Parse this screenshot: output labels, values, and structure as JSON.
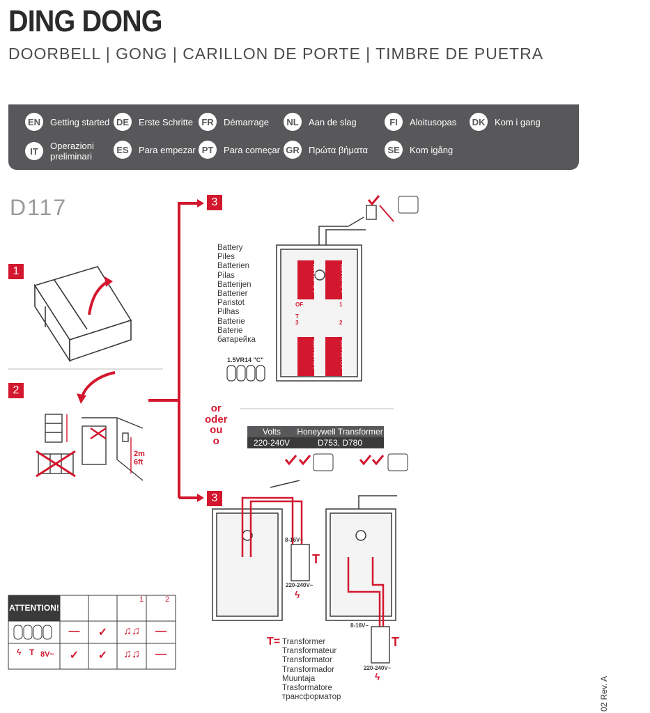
{
  "header": {
    "title": "DING DONG",
    "subtitle": "DOORBELL  |  GONG  |  CARILLON DE PORTE  |  TIMBRE DE PUETRA"
  },
  "languages": [
    {
      "code": "EN",
      "label": "Getting started"
    },
    {
      "code": "DE",
      "label": "Erste Schritte"
    },
    {
      "code": "FR",
      "label": "Démarrage"
    },
    {
      "code": "NL",
      "label": "Aan de slag"
    },
    {
      "code": "FI",
      "label": "Aloitusopas"
    },
    {
      "code": "DK",
      "label": "Kom i gang"
    },
    {
      "code": "IT",
      "label": "Operazioni preliminari"
    },
    {
      "code": "ES",
      "label": "Para empezar"
    },
    {
      "code": "PT",
      "label": "Para começar"
    },
    {
      "code": "GR",
      "label": "Πρώτα βήματα"
    },
    {
      "code": "SE",
      "label": "Kom igång"
    }
  ],
  "model": "D117",
  "steps": {
    "s1": "1",
    "s2": "2",
    "s3a": "3",
    "s3b": "3"
  },
  "mounting": {
    "height": "2m",
    "height_ft": "6ft"
  },
  "battery_list": [
    "Battery",
    "Piles",
    "Batterien",
    "Pilas",
    "Batterijen",
    "Batterier",
    "Paristot",
    "Pilhas",
    "Batterie",
    "Baterie",
    "батарейка"
  ],
  "battery_spec": "1.5VR14 \"C\"",
  "battery_cell_label": "1.5V  R14 \"C\"",
  "terminal_labels": {
    "of": "OF",
    "t": "T",
    "three": "3",
    "one": "1",
    "two": "2"
  },
  "or_words": [
    "or",
    "oder",
    "ou",
    "o"
  ],
  "spec_table": {
    "headers": [
      "Volts",
      "Honeywell Transformer"
    ],
    "rows": [
      [
        "220-240V",
        "D753, D780"
      ]
    ]
  },
  "transformer": {
    "low_voltage": "8-16V~",
    "mains": "220-240V~",
    "symbol": "T"
  },
  "transformer_list_key": "T=",
  "transformer_list": [
    "Transformer",
    "Transformateur",
    "Transformator",
    "Transformador",
    "Muuntaja",
    "Trasformatore",
    "трансформатор"
  ],
  "attention": {
    "title": "ATTENTION!",
    "header_marks": [
      "1",
      "2"
    ],
    "row2_label": "8V~",
    "rows": [
      [
        "—",
        "✓",
        "♫♫",
        "—"
      ],
      [
        "✓",
        "✓",
        "♫♫",
        "—"
      ]
    ]
  },
  "revision": "02 Rev. A",
  "colors": {
    "accent": "#d3172e",
    "panel": "#58585a",
    "line": "#3a3a3a"
  }
}
